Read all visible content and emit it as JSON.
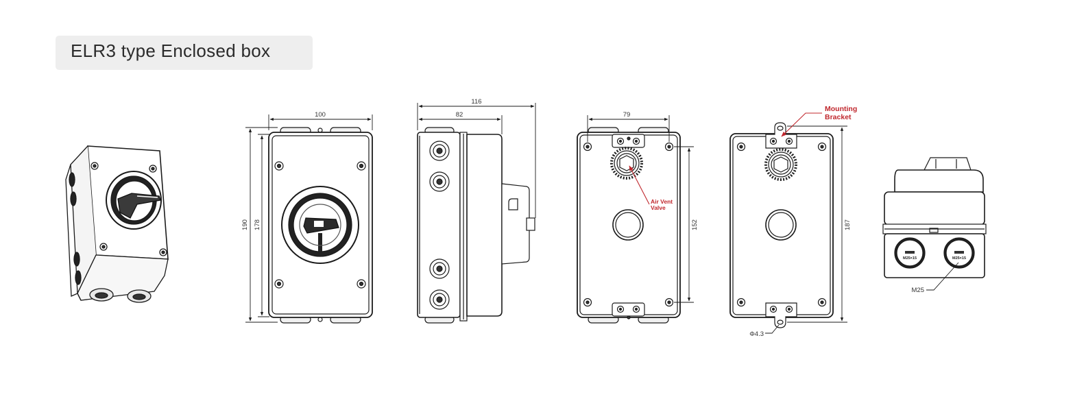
{
  "title": "ELR3 type Enclosed box",
  "colors": {
    "outline": "#1a1a1a",
    "callout": "#c0272d",
    "title_bg": "#eeeeee",
    "dim_text": "#333333"
  },
  "front_view": {
    "width": "100",
    "height_outer": "190",
    "height_inner": "178"
  },
  "side_view": {
    "depth_total": "116",
    "depth_body": "82"
  },
  "back_view": {
    "hole_spacing_h": "79",
    "hole_spacing_v": "152",
    "callout_air_vent_line1": "Air Vent",
    "callout_air_vent_line2": "Valve"
  },
  "bracket_view": {
    "height_overall": "187",
    "hole_diameter": "Φ4.3",
    "callout_bracket_line1": "Mounting",
    "callout_bracket_line2": "Bracket"
  },
  "bottom_view": {
    "gland_label": "M25",
    "gland_marking": "M25×15"
  }
}
